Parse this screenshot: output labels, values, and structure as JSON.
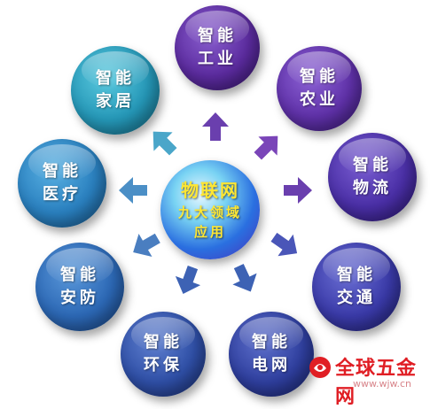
{
  "center": {
    "title": "物联网",
    "line1": "九大领域",
    "line2": "应用"
  },
  "nodes": [
    {
      "id": "industry",
      "line1": "智能",
      "line2": "工业",
      "color": "#5b2b9e"
    },
    {
      "id": "agriculture",
      "line1": "智能",
      "line2": "农业",
      "color": "#5f31a8"
    },
    {
      "id": "logistics",
      "line1": "智能",
      "line2": "物流",
      "color": "#4a2fa6"
    },
    {
      "id": "traffic",
      "line1": "智能",
      "line2": "交通",
      "color": "#3a3aa8"
    },
    {
      "id": "power-grid",
      "line1": "智能",
      "line2": "电网",
      "color": "#2f3f9e"
    },
    {
      "id": "environment",
      "line1": "智能",
      "line2": "环保",
      "color": "#2f4fa6"
    },
    {
      "id": "security",
      "line1": "智能",
      "line2": "安防",
      "color": "#2c68b5"
    },
    {
      "id": "medical",
      "line1": "智能",
      "line2": "医疗",
      "color": "#2a80bf"
    },
    {
      "id": "home",
      "line1": "智能",
      "line2": "家居",
      "color": "#2597b7"
    }
  ],
  "arrows": [
    {
      "to": "industry",
      "color": "#6a3fae"
    },
    {
      "to": "agriculture",
      "color": "#7a45b8"
    },
    {
      "to": "logistics",
      "color": "#6a3fae"
    },
    {
      "to": "traffic",
      "color": "#4a56b8"
    },
    {
      "to": "power-grid",
      "color": "#3d62b4"
    },
    {
      "to": "environment",
      "color": "#3d62b4"
    },
    {
      "to": "security",
      "color": "#4a7ec0"
    },
    {
      "to": "medical",
      "color": "#4b8fc6"
    },
    {
      "to": "home",
      "color": "#4aa6c9"
    }
  ],
  "watermark": {
    "brand": "全球五金网",
    "url": "www.wjw.cn",
    "color": "#e01e24"
  }
}
